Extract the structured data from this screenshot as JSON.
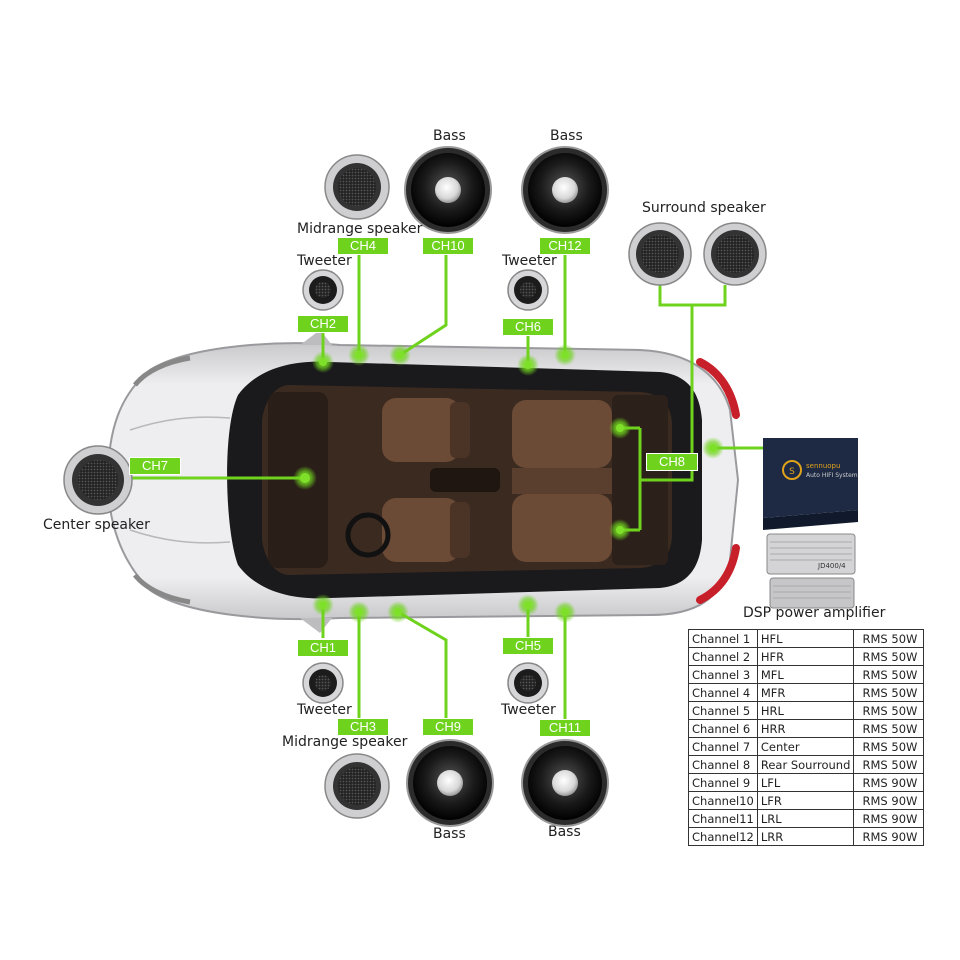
{
  "labels": {
    "bass_top_left": "Bass",
    "bass_top_right": "Bass",
    "midrange_top": "Midrange speaker",
    "tweeter_top_left": "Tweeter",
    "tweeter_top_right": "Tweeter",
    "surround": "Surround speaker",
    "center": "Center speaker",
    "tweeter_bottom_left": "Tweeter",
    "tweeter_bottom_right": "Tweeter",
    "midrange_bottom": "Midrange speaker",
    "bass_bottom_left": "Bass",
    "bass_bottom_right": "Bass",
    "dsp": "DSP power amplifier"
  },
  "channel_tags": {
    "ch1": "CH1",
    "ch2": "CH2",
    "ch3": "CH3",
    "ch4": "CH4",
    "ch5": "CH5",
    "ch6": "CH6",
    "ch7": "CH7",
    "ch8": "CH8",
    "ch9": "CH9",
    "ch10": "CH10",
    "ch11": "CH11",
    "ch12": "CH12"
  },
  "amp": {
    "brand": "sennuopu",
    "tagline": "Auto HIFI System",
    "model": "JD400/4"
  },
  "channel_table": [
    {
      "channel": "Channel 1",
      "position": "HFL",
      "power": "RMS 50W"
    },
    {
      "channel": "Channel 2",
      "position": "HFR",
      "power": "RMS 50W"
    },
    {
      "channel": "Channel 3",
      "position": "MFL",
      "power": "RMS 50W"
    },
    {
      "channel": "Channel 4",
      "position": "MFR",
      "power": "RMS 50W"
    },
    {
      "channel": "Channel 5",
      "position": "HRL",
      "power": "RMS 50W"
    },
    {
      "channel": "Channel 6",
      "position": "HRR",
      "power": "RMS 50W"
    },
    {
      "channel": "Channel 7",
      "position": "Center",
      "power": "RMS 50W"
    },
    {
      "channel": "Channel 8",
      "position": "Rear Sourround",
      "power": "RMS 50W"
    },
    {
      "channel": "Channel 9",
      "position": "LFL",
      "power": "RMS 90W"
    },
    {
      "channel": "Channel10",
      "position": "LFR",
      "power": "RMS 90W"
    },
    {
      "channel": "Channel11",
      "position": "LRL",
      "power": "RMS 90W"
    },
    {
      "channel": "Channel12",
      "position": "LRR",
      "power": "RMS 90W"
    }
  ],
  "colors": {
    "accent_green": "#6fd31e",
    "car_body": "#d9d9dc",
    "interior_brown": "#6b4a36",
    "tail_light": "#c8202a",
    "amp_dark": "#1e2a44"
  }
}
